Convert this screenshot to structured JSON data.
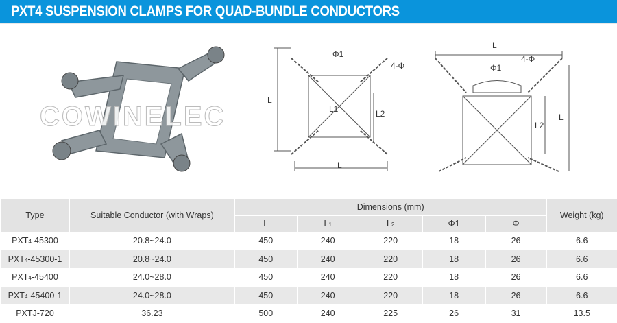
{
  "title": "PXT4 SUSPENSION CLAMPS FOR QUAD-BUNDLE CONDUCTORS",
  "watermark": "COWINELEC",
  "diagram1": {
    "phi1": "Φ1",
    "four_phi": "4-Φ",
    "L_left": "L",
    "L1": "L1",
    "L2": "L2",
    "L_bottom": "L"
  },
  "diagram2": {
    "L_top": "L",
    "phi1": "Φ1",
    "four_phi": "4-Φ",
    "L2": "L2",
    "L_right": "L"
  },
  "table": {
    "headers": {
      "type": "Type",
      "conductor": "Suitable Conductor (with Wraps)",
      "dimensions": "Dimensions (mm)",
      "weight": "Weight (kg)",
      "L": "L",
      "L1": "L",
      "L1_sub": "1",
      "L2": "L",
      "L2_sub": "2",
      "phi1": "Φ1",
      "phi": "Φ"
    },
    "rows": [
      {
        "type": "PXT",
        "type_sub": "4",
        "type_suffix": "-45300",
        "conductor": "20.8~24.0",
        "L": "450",
        "L1": "240",
        "L2": "220",
        "phi1": "18",
        "phi": "26",
        "weight": "6.6"
      },
      {
        "type": "PXT",
        "type_sub": "4",
        "type_suffix": "-45300-1",
        "conductor": "20.8~24.0",
        "L": "450",
        "L1": "240",
        "L2": "220",
        "phi1": "18",
        "phi": "26",
        "weight": "6.6"
      },
      {
        "type": "PXT",
        "type_sub": "4",
        "type_suffix": "-45400",
        "conductor": "24.0~28.0",
        "L": "450",
        "L1": "240",
        "L2": "220",
        "phi1": "18",
        "phi": "26",
        "weight": "6.6"
      },
      {
        "type": "PXT",
        "type_sub": "4",
        "type_suffix": "-45400-1",
        "conductor": "24.0~28.0",
        "L": "450",
        "L1": "240",
        "L2": "220",
        "phi1": "18",
        "phi": "26",
        "weight": "6.6"
      },
      {
        "type": "PXTJ-720",
        "type_sub": "",
        "type_suffix": "",
        "conductor": "36.23",
        "L": "500",
        "L1": "240",
        "L2": "225",
        "phi1": "26",
        "phi": "31",
        "weight": "13.5"
      }
    ]
  }
}
